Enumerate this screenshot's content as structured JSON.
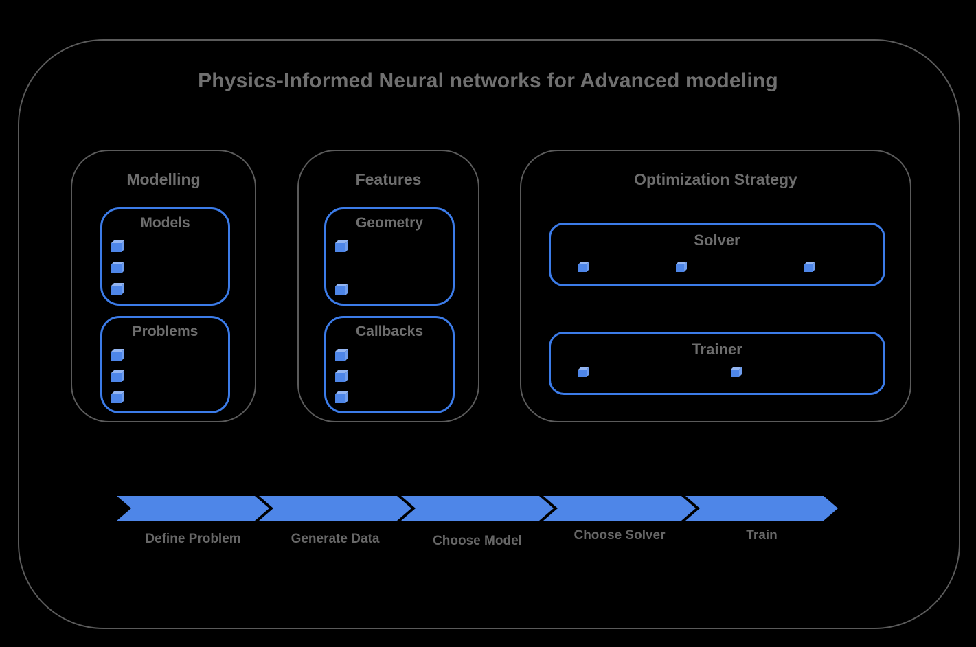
{
  "title": "Physics-Informed Neural networks for Advanced modeling",
  "colors": {
    "background": "#000000",
    "frame_border_gray": "#5b5b5b",
    "group_border_blue": "#3c7ce9",
    "cube_front_blue": "#4e86e8",
    "cube_top_blue": "#93b5f2",
    "cube_side_blue": "#6f9ded",
    "arrow_blue": "#4e86e8",
    "text_gray": "#6e6e6e"
  },
  "icons": {
    "bullet": "cube-icon"
  },
  "sections": [
    {
      "label": "Modelling",
      "groups": [
        {
          "label": "Models",
          "cube_count": 3
        },
        {
          "label": "Problems",
          "cube_count": 3
        }
      ]
    },
    {
      "label": "Features",
      "groups": [
        {
          "label": "Geometry",
          "cube_count": 2
        },
        {
          "label": "Callbacks",
          "cube_count": 3
        }
      ]
    },
    {
      "label": "Optimization Strategy",
      "groups": [
        {
          "label": "Solver",
          "cube_count": 3
        },
        {
          "label": "Trainer",
          "cube_count": 2
        }
      ]
    }
  ],
  "workflow": {
    "steps": [
      {
        "label": "Define Problem"
      },
      {
        "label": "Generate Data"
      },
      {
        "label": "Choose Model"
      },
      {
        "label": "Choose Solver"
      },
      {
        "label": "Train"
      }
    ]
  }
}
